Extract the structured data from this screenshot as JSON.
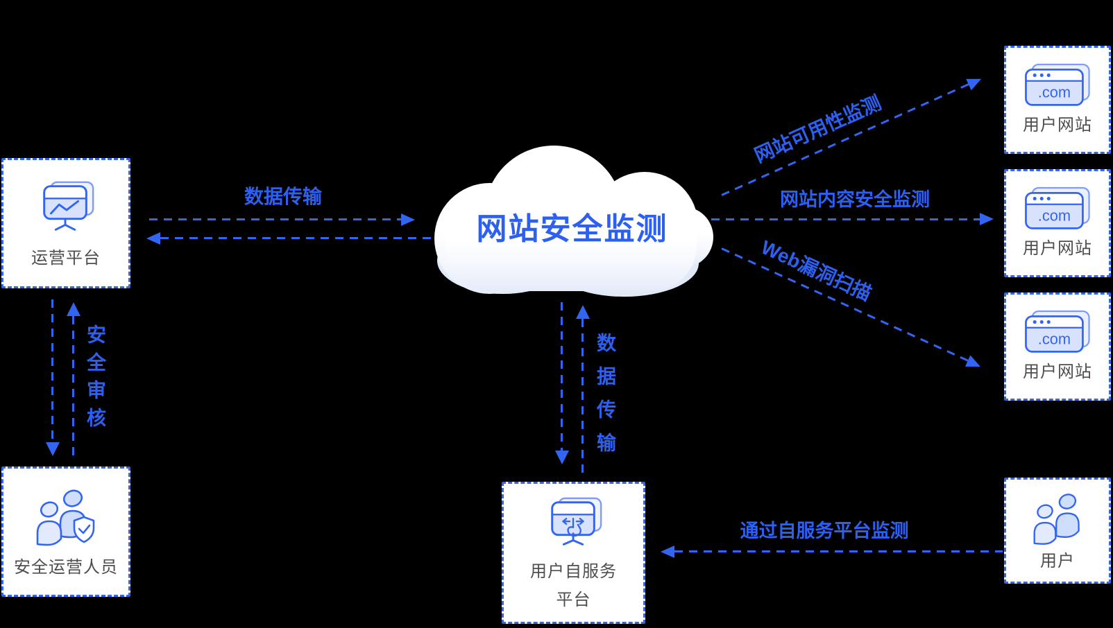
{
  "colors": {
    "accent_blue": "#3365f3",
    "label_gray": "#4e4e4e",
    "node_background": "#ffffff",
    "icon_fill_light": "#d8e2fc",
    "cloud_shade": "#e2e9f7",
    "background": "#000000"
  },
  "cloud": {
    "title": "网站安全监测"
  },
  "nodes": {
    "operations": {
      "label": "运营平台",
      "icon": "monitor-chart-icon"
    },
    "security_staff": {
      "label": "安全运营人员",
      "icon": "people-shield-icon"
    },
    "self_service": {
      "label_line1": "用户自服务",
      "label_line2": "平台",
      "icon": "monitor-touch-icon"
    },
    "websites": [
      {
        "label": "用户网站",
        "domain": ".com",
        "icon": "browser-com-icon"
      },
      {
        "label": "用户网站",
        "domain": ".com",
        "icon": "browser-com-icon"
      },
      {
        "label": "用户网站",
        "domain": ".com",
        "icon": "browser-com-icon"
      }
    ],
    "users": {
      "label": "用户",
      "icon": "people-icon"
    }
  },
  "edges": {
    "data_transfer_operations": {
      "label": "数据传输",
      "direction": "bidirectional"
    },
    "security_audit": {
      "label": "安全审核",
      "direction": "bidirectional"
    },
    "data_transfer_self_service": {
      "label": "数据传输",
      "direction": "bidirectional"
    },
    "website_availability": {
      "label": "网站可用性监测",
      "direction": "to-website-1"
    },
    "website_content_security": {
      "label": "网站内容安全监测",
      "direction": "to-website-2"
    },
    "web_vulnerability_scan": {
      "label": "Web漏洞扫描",
      "direction": "to-website-3"
    },
    "self_service_monitoring": {
      "label": "通过自服务平台监测",
      "direction": "users-to-self-service-platform"
    }
  }
}
